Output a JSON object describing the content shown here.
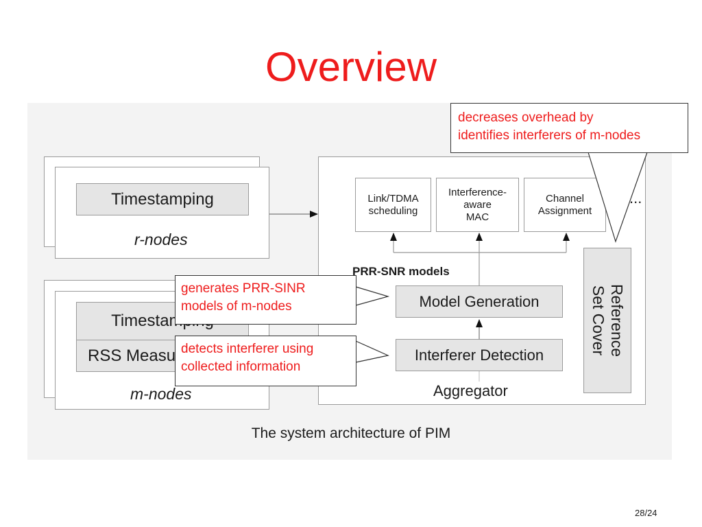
{
  "slide": {
    "title": "Overview",
    "page_number": "28/24"
  },
  "diagram": {
    "caption": "The system architecture of PIM",
    "r_nodes": {
      "timestamping": "Timestamping",
      "label": "r-nodes"
    },
    "m_nodes": {
      "timestamping": "Timestamping",
      "rss": "RSS Measurement",
      "label": "m-nodes"
    },
    "aggregator": {
      "label": "Aggregator",
      "apps": [
        {
          "label": "Link/TDMA\nscheduling"
        },
        {
          "label": "Interference-\naware\nMAC"
        },
        {
          "label": "Channel\nAssignment"
        }
      ],
      "more": "...",
      "models_label": "PRR-SNR models",
      "model_generation": "Model Generation",
      "interferer_detection": "Interferer Detection",
      "reference_set_cover": "Reference Set Cover"
    },
    "callouts": {
      "overhead": "decreases overhead by\nidentifies interferers of m-nodes",
      "prr": "generates PRR-SINR\nmodels of m-nodes",
      "detect": "detects interferer using\ncollected information"
    }
  }
}
